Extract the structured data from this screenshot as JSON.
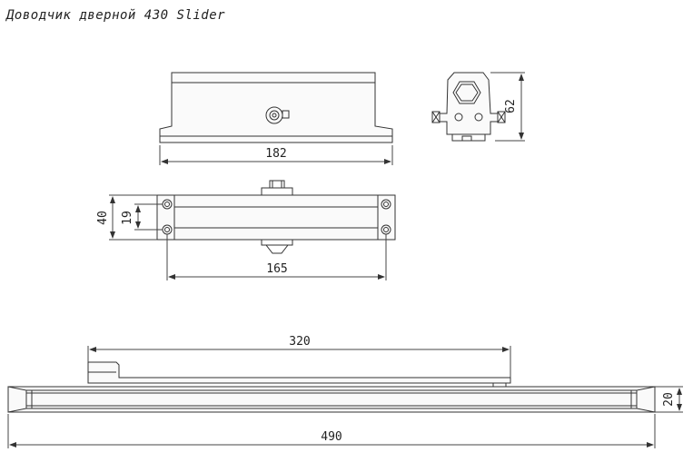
{
  "title": "Доводчик дверной 430 Slider",
  "dimensions": {
    "top_width": "182",
    "side_height": "62",
    "body_height": "40",
    "slot_height": "19",
    "mount_width": "165",
    "slider_length": "320",
    "rail_length": "490",
    "rail_height": "20"
  },
  "colors": {
    "line": "#333333",
    "dim": "#444444",
    "fill": "#f4f4f4"
  }
}
